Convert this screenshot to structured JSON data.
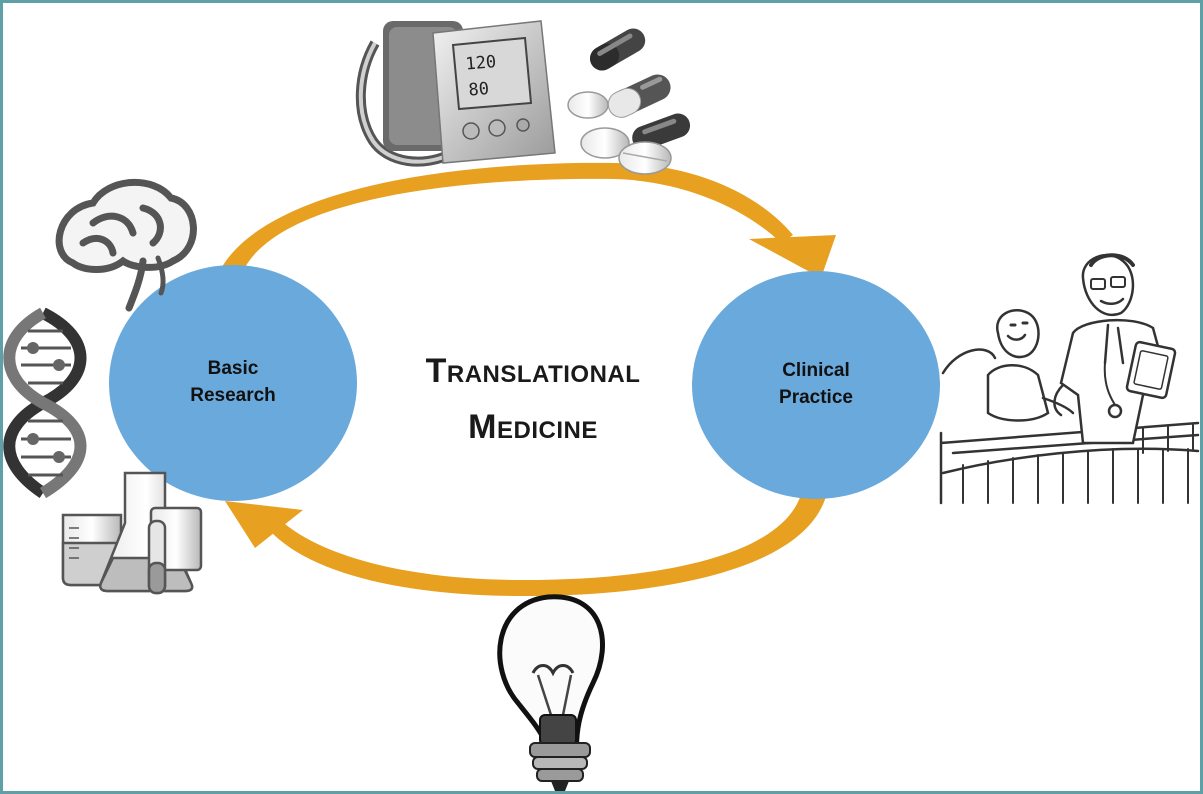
{
  "title": {
    "line1": "Translational",
    "line2": "Medicine"
  },
  "nodes": {
    "basic_research": {
      "line1": "Basic",
      "line2": "Research"
    },
    "clinical_practice": {
      "line1": "Clinical",
      "line2": "Practice"
    }
  },
  "monitor_readout": {
    "systolic": "120",
    "diastolic": "80"
  },
  "colors": {
    "node_fill": "#6aa9dc",
    "arrow": "#e8a020",
    "frame": "#5f9fa6"
  },
  "illustrations": [
    "blood-pressure-monitor-icon",
    "pills-icon",
    "brain-icon",
    "dna-helix-icon",
    "lab-glassware-icon",
    "doctor-patient-bedside-icon",
    "light-bulb-icon"
  ]
}
